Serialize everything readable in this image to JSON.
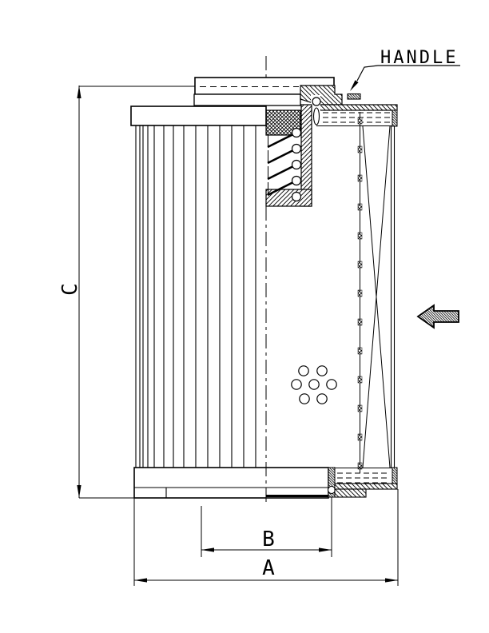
{
  "page": {
    "background": "#ffffff",
    "line_color": "#000000"
  },
  "labels": {
    "handle": "HANDLE",
    "dim_height": "C",
    "dim_inner_diameter": "B",
    "dim_outer_diameter": "A"
  },
  "icons": {
    "flow_direction": "left-block-arrow",
    "leader": "filled-leader-arrow"
  }
}
